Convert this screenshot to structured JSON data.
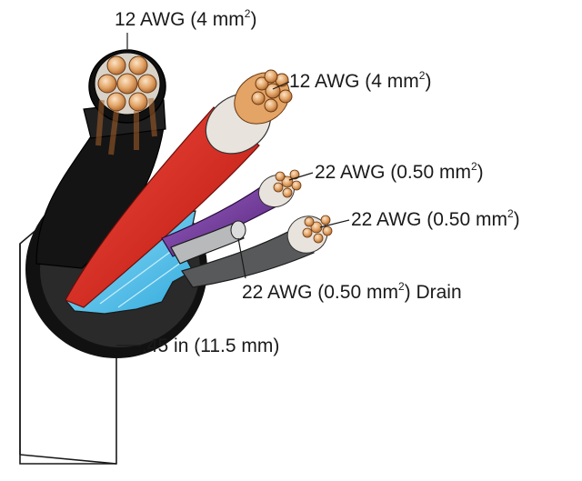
{
  "labels": {
    "black_conductor": {
      "prefix": "12 AWG (4 mm",
      "sup": "2",
      "suffix": ")"
    },
    "red_conductor": {
      "prefix": "12 AWG (4 mm",
      "sup": "2",
      "suffix": ")"
    },
    "purple_conductor": {
      "prefix": "22 AWG (0.50 mm",
      "sup": "2",
      "suffix": ")"
    },
    "gray_conductor": {
      "prefix": "22 AWG (0.50 mm",
      "sup": "2",
      "suffix": ")"
    },
    "drain_wire": {
      "prefix": "22 AWG (0.50 mm",
      "sup": "2",
      "suffix": ") Drain"
    },
    "outer_diameter": {
      "text": ".45 in (11.5 mm)"
    }
  },
  "colors": {
    "jacket": "#1a1a1a",
    "red_insulation": "#e3261f",
    "purple_insulation": "#7a3fa0",
    "gray_insulation": "#58595b",
    "shield_foil": "#5ec8ef",
    "drain_insulation": "#b8b9bb",
    "copper": "#d99a5e"
  }
}
